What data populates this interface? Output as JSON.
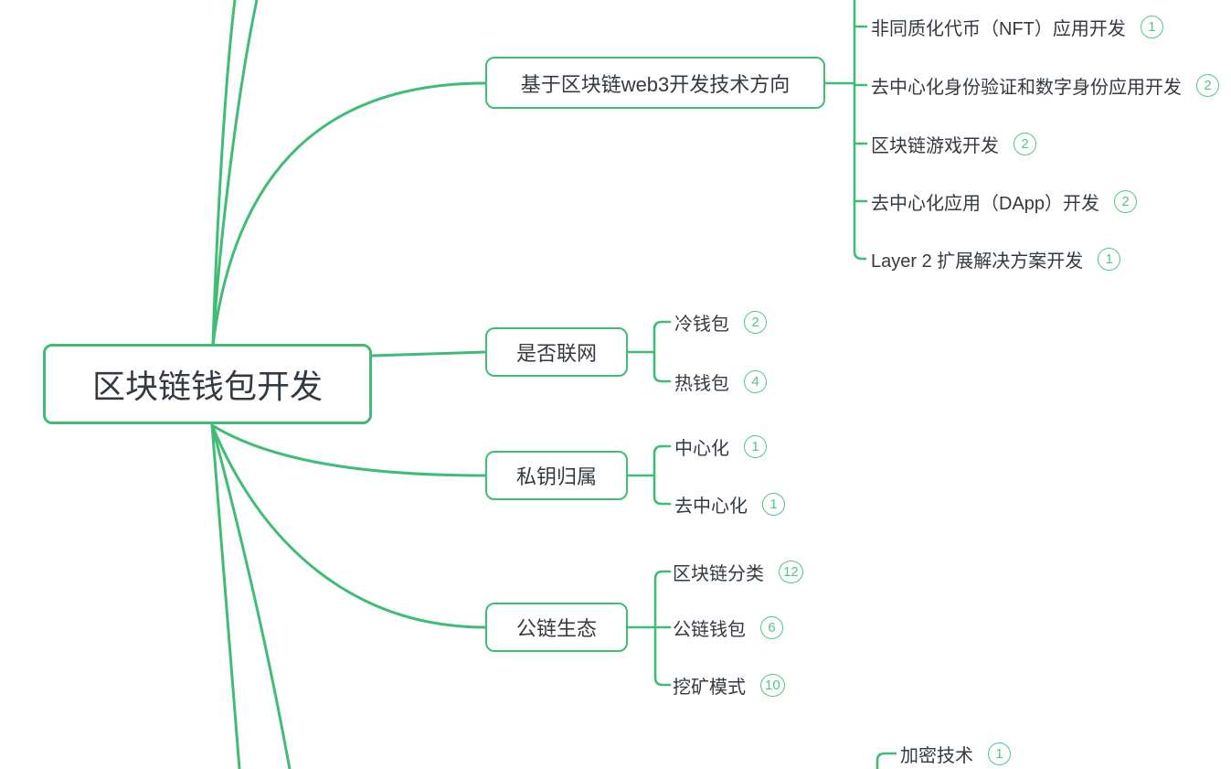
{
  "colors": {
    "line": "#3fbd74",
    "node_border": "#3fbd74",
    "badge": "#4fc785",
    "text": "#333a42",
    "background": "#ffffff"
  },
  "root": {
    "label": "区块链钱包开发"
  },
  "branches": [
    {
      "label": "基于区块链web3开发技术方向",
      "children": [
        {
          "label": "非同质化代币（NFT）应用开发",
          "count": "1"
        },
        {
          "label": "去中心化身份验证和数字身份应用开发",
          "count": "2"
        },
        {
          "label": "区块链游戏开发",
          "count": "2"
        },
        {
          "label": "去中心化应用（DApp）开发",
          "count": "2"
        },
        {
          "label": "Layer 2 扩展解决方案开发",
          "count": "1"
        }
      ]
    },
    {
      "label": "是否联网",
      "children": [
        {
          "label": "冷钱包",
          "count": "2"
        },
        {
          "label": "热钱包",
          "count": "4"
        }
      ]
    },
    {
      "label": "私钥归属",
      "children": [
        {
          "label": "中心化",
          "count": "1"
        },
        {
          "label": "去中心化",
          "count": "1"
        }
      ]
    },
    {
      "label": "公链生态",
      "children": [
        {
          "label": "区块链分类",
          "count": "12"
        },
        {
          "label": "公链钱包",
          "count": "6"
        },
        {
          "label": "挖矿模式",
          "count": "10"
        }
      ]
    }
  ],
  "offscreen_branch": {
    "children": [
      {
        "label": "加密技术",
        "count": "1"
      }
    ]
  }
}
